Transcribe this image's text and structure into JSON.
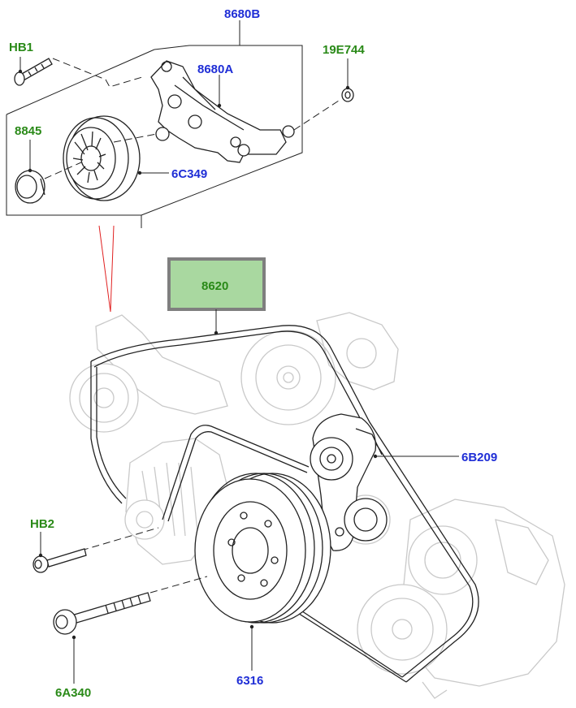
{
  "labels": {
    "p8680B": "8680B",
    "hb1": "HB1",
    "p19E744": "19E744",
    "p8680A": "8680A",
    "p8845": "8845",
    "p6C349": "6C349",
    "p8620": "8620",
    "p6B209": "6B209",
    "hb2": "HB2",
    "p6A340": "6A340",
    "p6316": "6316"
  },
  "colors": {
    "blue_label": "#1f2ed6",
    "green_label": "#2a8a18",
    "highlight_fill": "#a9d8a0",
    "highlight_border": "#7f7f7f",
    "pointer_red": "#e02020"
  }
}
